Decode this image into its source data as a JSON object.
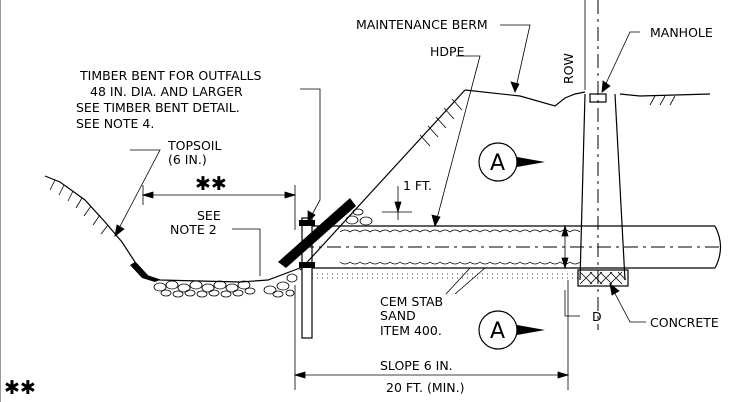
{
  "labels": {
    "maintenance_berm": "MAINTENANCE BERM",
    "hdpe": "HDPE",
    "row": "ROW",
    "manhole": "MANHOLE",
    "timber_bent_1": "TIMBER BENT FOR OUTFALLS",
    "timber_bent_2": "48 IN. DIA. AND LARGER",
    "timber_bent_3": "SEE TIMBER BENT DETAIL.",
    "timber_bent_4": "SEE NOTE 4.",
    "topsoil_1": "TOPSOIL",
    "topsoil_2": "(6 IN.)",
    "asterisks": "✱✱",
    "one_ft": "1 FT.",
    "see_note_1": "SEE",
    "see_note_2": "NOTE 2",
    "cem_stab_1": "CEM STAB",
    "cem_stab_2": "SAND",
    "cem_stab_3": "ITEM 400.",
    "d": "D",
    "concrete": "CONCRETE",
    "slope": "SLOPE 6 IN.",
    "length": "20 FT. (MIN.)",
    "section_mark_upper": "A",
    "section_mark_lower": "A",
    "footnote": "✱✱"
  }
}
